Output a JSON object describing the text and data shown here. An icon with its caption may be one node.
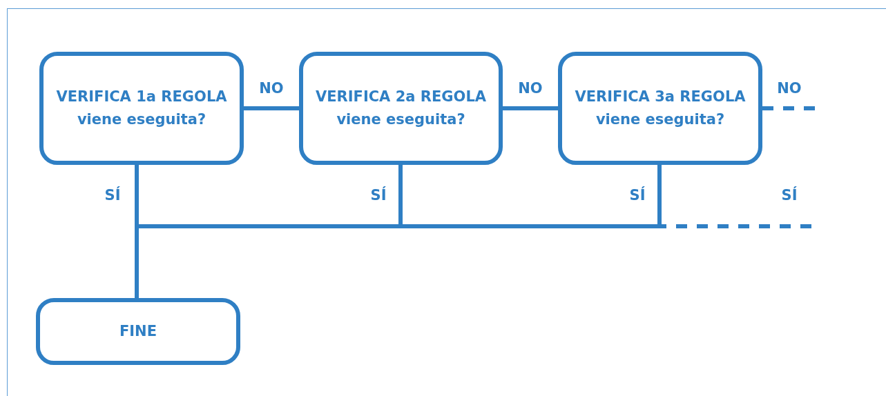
{
  "diagram": {
    "nodes": [
      {
        "text": [
          "VERIFICA 1a REGOLA",
          "viene eseguita?"
        ]
      },
      {
        "text": [
          "VERIFICA 2a REGOLA",
          "viene eseguita?"
        ]
      },
      {
        "text": [
          "VERIFICA 3a REGOLA",
          "viene eseguita?"
        ]
      },
      {
        "text": [
          "FINE"
        ]
      }
    ],
    "edges": [
      {
        "from": 0,
        "to": 1,
        "arrow": "none",
        "label": "NO"
      },
      {
        "from": 1,
        "to": 2,
        "arrow": "none",
        "label": "NO"
      },
      {
        "from": 2,
        "to": null,
        "arrow": "none",
        "label": "NO",
        "style": "dashed"
      },
      {
        "from": 0,
        "to": 3,
        "arrow": "none",
        "label": "SÍ"
      },
      {
        "from": 1,
        "to": 3,
        "arrow": "none",
        "label": "SÍ"
      },
      {
        "from": 2,
        "to": 3,
        "arrow": "none",
        "label": "SÍ"
      },
      {
        "from": null,
        "to": 3,
        "arrow": "none",
        "label": "SÍ",
        "style": "dashed"
      }
    ]
  }
}
